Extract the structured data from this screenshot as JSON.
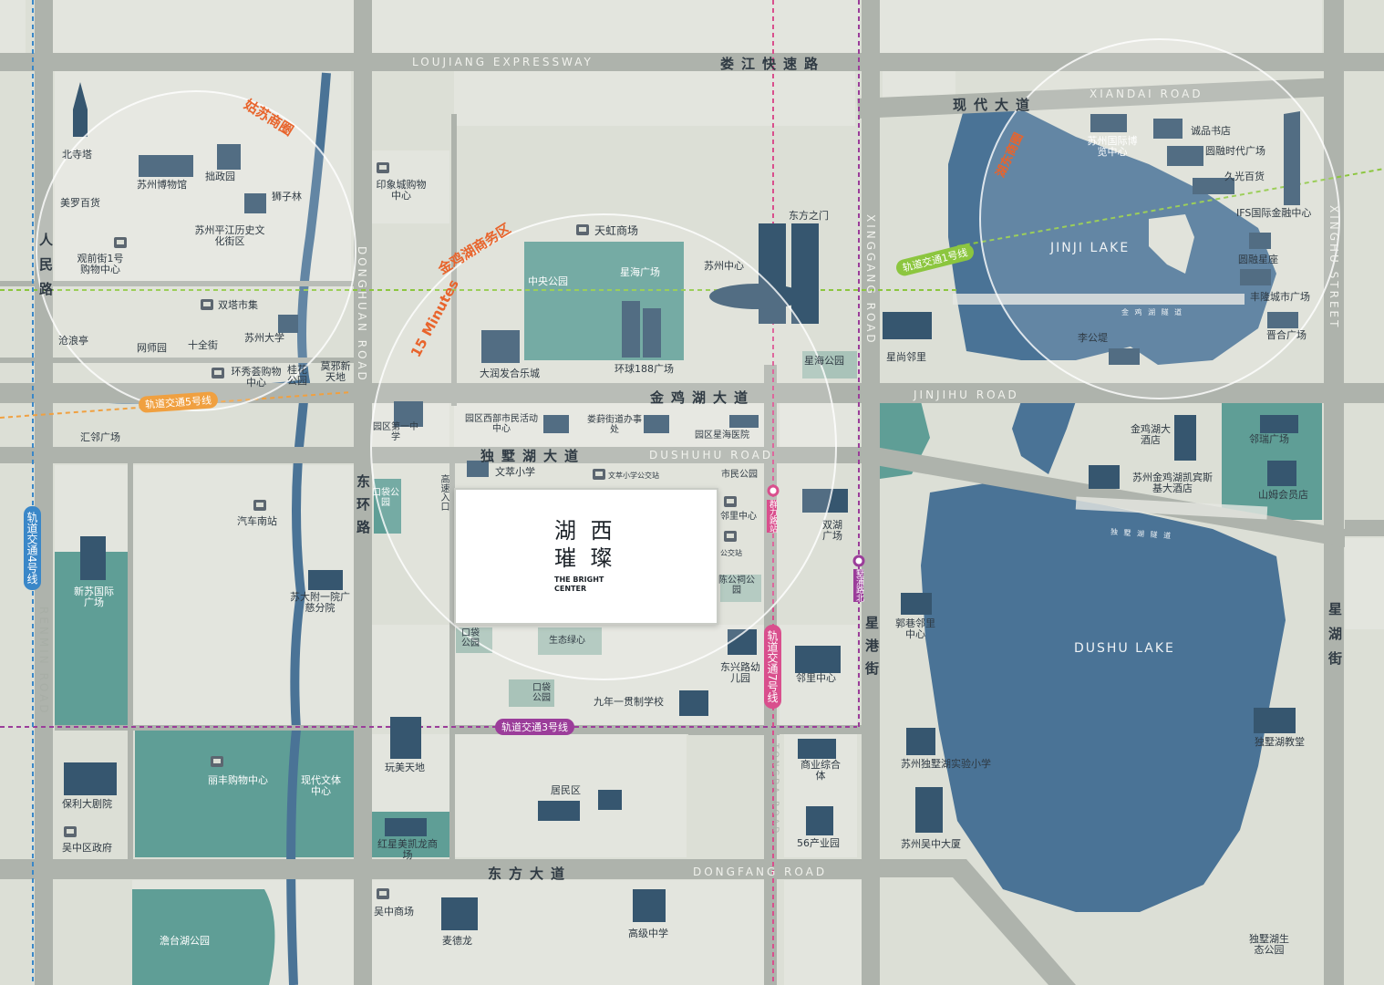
{
  "colors": {
    "background": "#dcdfd6",
    "road": "#aeb3ac",
    "block": "#e3e5de",
    "green": "#5f9e96",
    "lake": "#4a7396",
    "building": "#36566f",
    "accent_orange": "#e8642c",
    "metro_3": "#9b3d9a",
    "metro_4": "#3a87c8",
    "metro_5": "#f0a040",
    "metro_1": "#8cc63f",
    "metro_7": "#d94f8d"
  },
  "roads": {
    "loujiang_cn": "娄江快速路",
    "loujiang_en": "LOUJIANG EXPRESSWAY",
    "xiandai_cn": "现代大道",
    "xiandai_en": "XIANDAI ROAD",
    "jinjihu_cn": "金鸡湖大道",
    "jinjihu_en": "JINJIHU ROAD",
    "dushuhu_cn": "独墅湖大道",
    "dushuhu_en": "DUSHUHU ROAD",
    "dongfang_cn": "东方大道",
    "dongfang_en": "DONGFANG ROAD",
    "renmin_cn": "人民路",
    "renmin_en": "RENMIN ROAD",
    "donghuan_cn": "东环路",
    "donghuan_en": "DONGHUAN ROAD",
    "xinggang_cn": "星港街",
    "xinggang_en": "XINGGANG ROAD",
    "xinghu_cn": "星湖街",
    "xinghu_en": "XINGHU STREET",
    "tongda_en": "TONGDA ROAD",
    "high_speed_exit": "高速入口"
  },
  "areas": {
    "gusu": "姑苏商圈",
    "jinjihu_cbd": "金鸡湖商务区",
    "fifteen_min": "15 Minutes",
    "lake_cbd": "湖东商圈"
  },
  "lakes": {
    "jinji": "JINJI LAKE",
    "dushu": "DUSHU LAKE",
    "jinji_tunnel": "金 鸡 湖 隧 道",
    "dushu_tunnel": "独 墅 湖 隧 道"
  },
  "metro": {
    "line1": "轨道交通1号线",
    "line3": "轨道交通3号线",
    "line4": "轨道交通4号线",
    "line5": "轨道交通5号线",
    "line7": "轨道交通7号线",
    "station_qunxing": "群力路站",
    "station_xingpu": "墅浦路北"
  },
  "center": {
    "title": "湖西璀璨",
    "title_line1": "湖 西",
    "title_line2": "璀 璨",
    "subtitle_line1": "THE BRIGHT",
    "subtitle_line2": "CENTER"
  },
  "poi": {
    "beisita": "北寺塔",
    "museum": "苏州博物馆",
    "zhuozheng": "拙政园",
    "shizilin": "狮子林",
    "meiluo": "美罗百货",
    "pingjiang": "苏州平江历史文化街区",
    "guanqian": "观前街1号购物中心",
    "shuangta": "双塔市集",
    "canglang": "沧浪亭",
    "wangshi": "网师园",
    "shiquan": "十全街",
    "suda": "苏州大学",
    "huanxiu": "环秀荟购物中心",
    "guihua": "桂花公园",
    "moye": "莫邪新天地",
    "huilin": "汇邻广场",
    "yinxiang": "印象城购物中心",
    "tianhong": "天虹商场",
    "central_park": "中央公园",
    "xinghai_sq": "星海广场",
    "suzhou_center": "苏州中心",
    "dongfang_gate": "东方之门",
    "darun": "大润发合乐城",
    "huanqiu": "环球188广场",
    "xinghai_park": "星海公园",
    "xingshang": "星尚邻里",
    "yuanqu_1": "园区第一中学",
    "shimin": "园区西部市民活动中心",
    "loufeng": "娄葑街道办事处",
    "xinghai_hosp": "园区星海医院",
    "wencui": "文萃小学",
    "wencui_bus": "文萃小学公交站",
    "shimin_park": "市民公园",
    "pocket_park": "口袋公园",
    "linli": "邻里中心",
    "bus_station": "公交站",
    "chengongci": "陈公祠公园",
    "car_south": "汽车南站",
    "xinsu": "新苏国际广场",
    "sufu": "苏大附一院广慈分院",
    "eco_green": "生态绿心",
    "pocket_park2": "口袋公园",
    "pocket_park3": "口袋公园",
    "jiunian": "九年一贯制学校",
    "dongxing": "东兴路幼儿园",
    "linli2": "邻里中心",
    "wanmei": "玩美天地",
    "residence": "居民区",
    "lifeng": "丽丰购物中心",
    "xiandai_culture": "现代文体中心",
    "poly": "保利大剧院",
    "wuzhong_gov": "吴中区政府",
    "hongxing": "红星美凯龙商场",
    "commerce": "商业综合体",
    "industry56": "56产业园",
    "wuzhong_mall": "吴中商场",
    "mcd": "麦德龙",
    "high_school": "高级中学",
    "dantai": "澹台湖公园",
    "expo": "苏州国际博览中心",
    "chengpin": "诚品书店",
    "yuanrong": "圆融时代广场",
    "jiuguang": "久光百货",
    "ifs": "IFS国际金融中心",
    "yuanrong_star": "圆融星座",
    "fenglong": "丰隆城市广场",
    "ligongdi": "李公堤",
    "jinhe": "晋合广场",
    "jinjihu_hotel": "金鸡湖大酒店",
    "linrui": "邻瑞广场",
    "kempinski": "苏州金鸡湖凯宾斯基大酒店",
    "shanmu": "山姆会员店",
    "shuanghu": "双湖广场",
    "guoxiang": "郭巷邻里中心",
    "dushu_church": "独墅湖教堂",
    "dushu_school": "苏州独墅湖实验小学",
    "wuzhong_tower": "苏州吴中大厦",
    "dushu_eco": "独墅湖生态公园"
  }
}
